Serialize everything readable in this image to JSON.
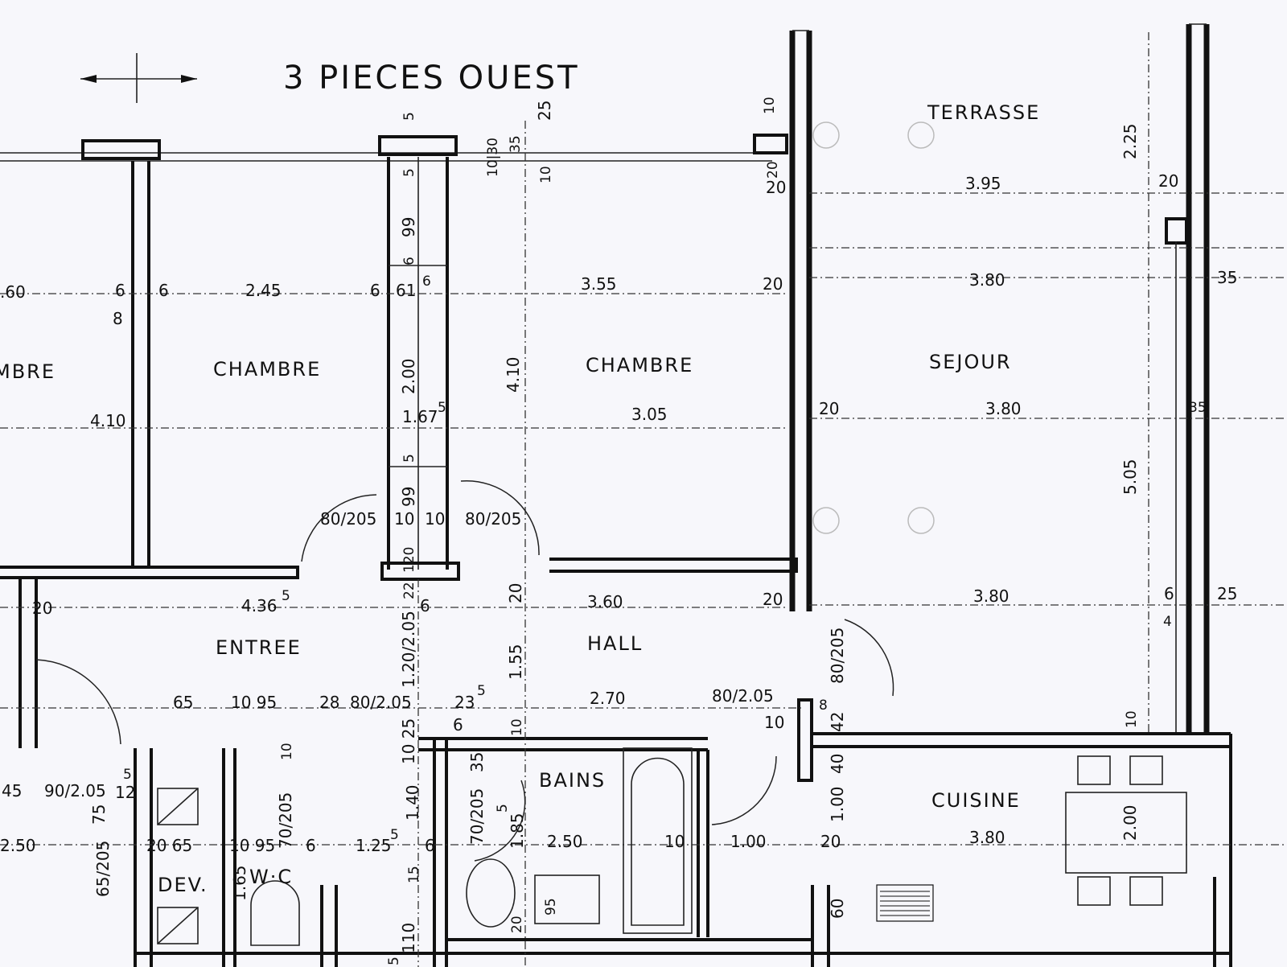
{
  "title": "3 PIECES OUEST",
  "rooms": {
    "chambre_left_partial": "MBRE",
    "chambre_1": "CHAMBRE",
    "chambre_2": "CHAMBRE",
    "terrasse": "TERRASSE",
    "sejour": "SEJOUR",
    "entree": "ENTREE",
    "hall": "HALL",
    "bains": "BAINS",
    "cuisine": "CUISINE",
    "wc": "W·C",
    "dev": "DEV."
  },
  "dimensions": {
    "d_2_60": ".60",
    "d_4_10_left": "4.10",
    "d_6a": "6",
    "d_8": "8",
    "d_6b": "6",
    "d_2_45": "2.45",
    "d_6c": "6",
    "d_61": "61",
    "d_6sup": "6",
    "d_3_55": "3.55",
    "d_20a": "20",
    "d_3_80a": "3.80",
    "d_35a": "35",
    "d_3_95": "3.95",
    "d_20b": "20",
    "d_20c": "20",
    "d_2_25": "2.25",
    "d_10top": "10",
    "d_20d": "20",
    "d_3_80b": "3.80",
    "d_3_05": "3.05",
    "d_35b": "35",
    "d_4_10_mid": "4.10",
    "d_5_05": "5.05",
    "d_1_67": "1.67",
    "d_5sup": "5",
    "d_2_00a": "2.00",
    "d_99a": "99",
    "d_99b": "99",
    "d_5a": "5",
    "d_5b": "5",
    "d_20e": "20",
    "d_6d": "6",
    "d_5c": "5",
    "d_10_30": "10|30",
    "d_35c": "35",
    "d_25a": "25",
    "d_10a": "10",
    "d_80_205a": "80/205",
    "d_10b": "10",
    "d_10c": "10",
    "d_80_205b": "80/205",
    "d_120": "120",
    "d_20f": "20",
    "d_4_36": "4.36",
    "d_5sup2": "5",
    "d_22": "22",
    "d_6e": "6",
    "d_20g": "20",
    "d_3_60": "3.60",
    "d_20h": "20",
    "d_3_80c": "3.80",
    "d_6f": "6",
    "d_25b": "25",
    "d_4": "4",
    "d_1_20_2_05": "1.20/2.05",
    "d_1_55": "1.55",
    "d_80_205c": "80/205",
    "d_65a": "65",
    "d_10_95": "10 95",
    "d_28": "28",
    "d_80_205d": "80/2.05",
    "d_23": "23",
    "d_5sup3": "5",
    "d_6g": "6",
    "d_2_70": "2.70",
    "d_80_205e": "80/2.05",
    "d_10d": "10",
    "d_10e": "10",
    "d_42": "42",
    "d_8b": "8",
    "d_10_25": "10 25",
    "d_10f": "10",
    "d_35d": "35",
    "d_10g": "10",
    "d_45": "45",
    "d_90_205": "90/2.05",
    "d_12": "12",
    "d_5d": "5",
    "d_75": "75",
    "d_2_50a": "2.50",
    "d_65_205": "65/205",
    "d_20_65": "20  65",
    "d_1_65": "1.65",
    "d_10_95b": "10 95",
    "d_70_205a": "70/205",
    "d_6h": "6",
    "d_1_25": "1.25",
    "d_5sup4": "5",
    "d_6i": "6",
    "d_15": "15",
    "d_1_40": "1.40",
    "d_70_205b": "70/205",
    "d_5e": "5",
    "d_1_85": "1.85",
    "d_2_50b": "2.50",
    "d_10h": "10",
    "d_1_00a": "1.00",
    "d_20i": "20",
    "d_1_00b": "1.00",
    "d_40": "40",
    "d_3_80d": "3.80",
    "d_2_00b": "2.00",
    "d_60": "60",
    "d_95": "95",
    "d_20j": "20",
    "d_110": "110",
    "d_5f": "5"
  },
  "colors": {
    "ink": "#111111",
    "paper": "#f7f7fb"
  }
}
